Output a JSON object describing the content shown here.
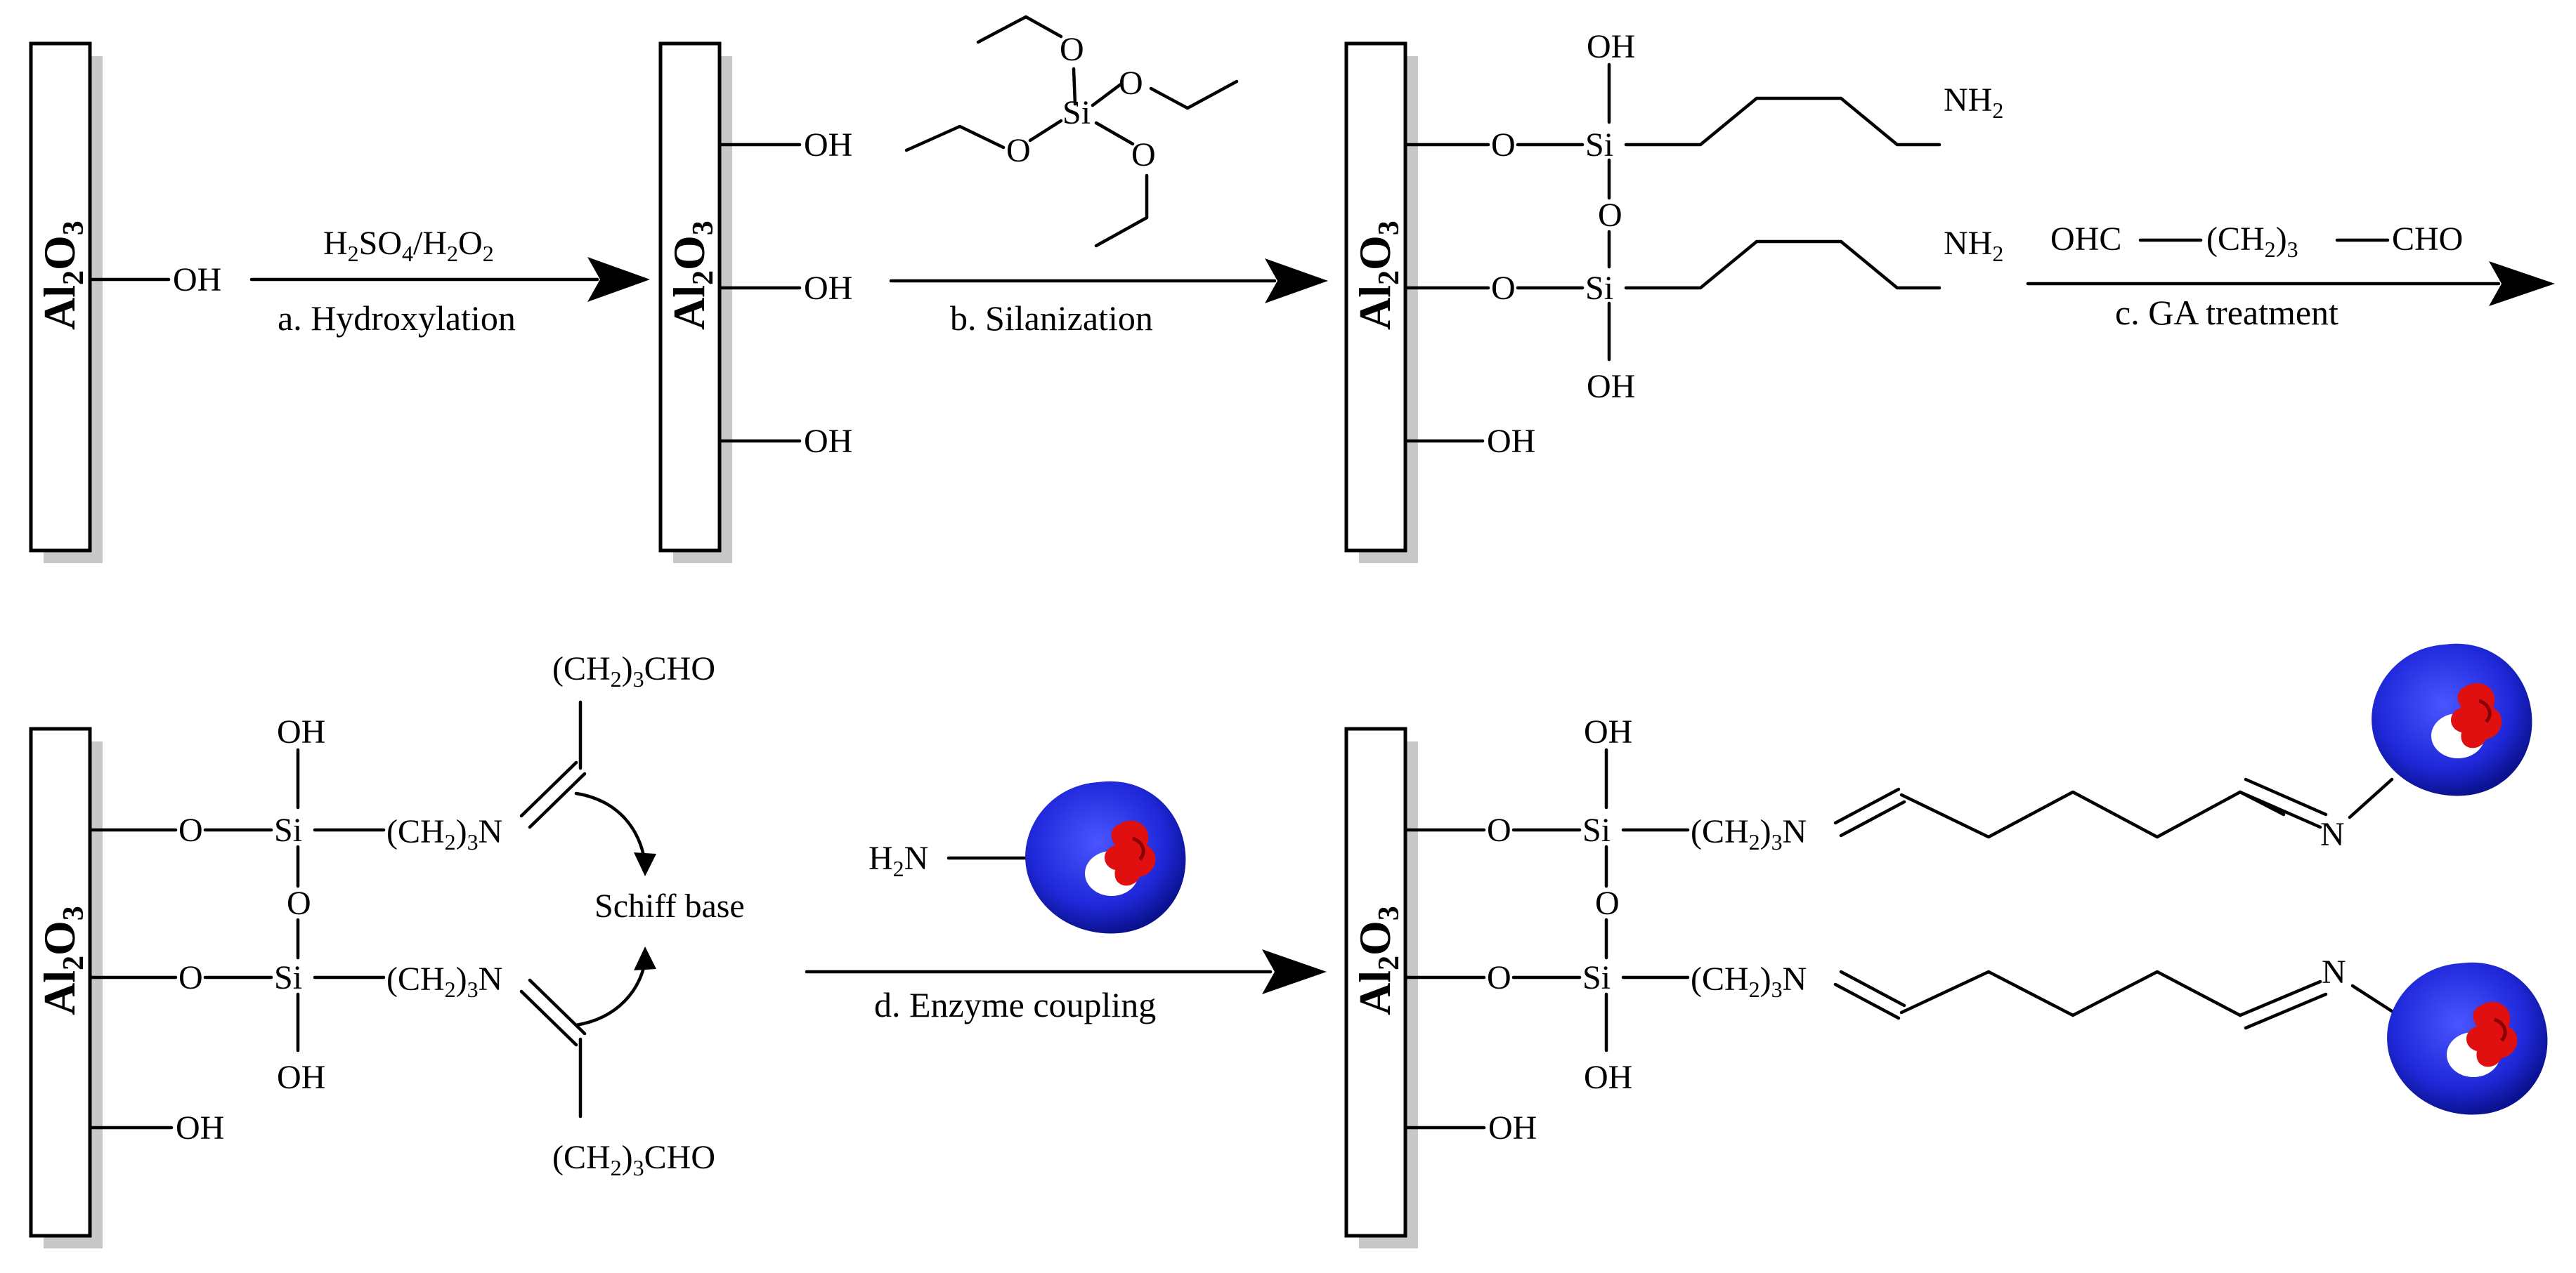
{
  "plate_label": {
    "main": "Al",
    "sub1": "2",
    "mid": "O",
    "sub2": "3"
  },
  "groups": {
    "oh": "OH",
    "o": "O",
    "si": "Si",
    "n": "N",
    "nh2_main": "NH",
    "nh2_sub": "2",
    "h2n_h": "H",
    "h2n_sub": "2",
    "h2n_n": "N",
    "ch2": "(CH",
    "ch2_sub": "2",
    "ch2_close": ")",
    "ch2_close_sub": "3",
    "cho": "CHO",
    "ohc": "OHC"
  },
  "reagents": {
    "acid": {
      "h": "H",
      "two": "2",
      "so": "SO",
      "four": "4",
      "slash_h": "/H",
      "two_b": "2",
      "o": "O",
      "two_c": "2"
    },
    "ga": {
      "ohc": "OHC",
      "ch2": "(CH",
      "sub": "2",
      "close": ")",
      "sub3": "3",
      "cho": "CHO"
    }
  },
  "steps": {
    "a": "a. Hydroxylation",
    "b": "b. Silanization",
    "c": "c. GA treatment",
    "d": "d. Enzyme coupling"
  },
  "schiff_base": "Schiff base",
  "colors": {
    "enzyme_body": "#1f28d9",
    "enzyme_core": "#e01010",
    "shadow": "#c8c8c8"
  }
}
